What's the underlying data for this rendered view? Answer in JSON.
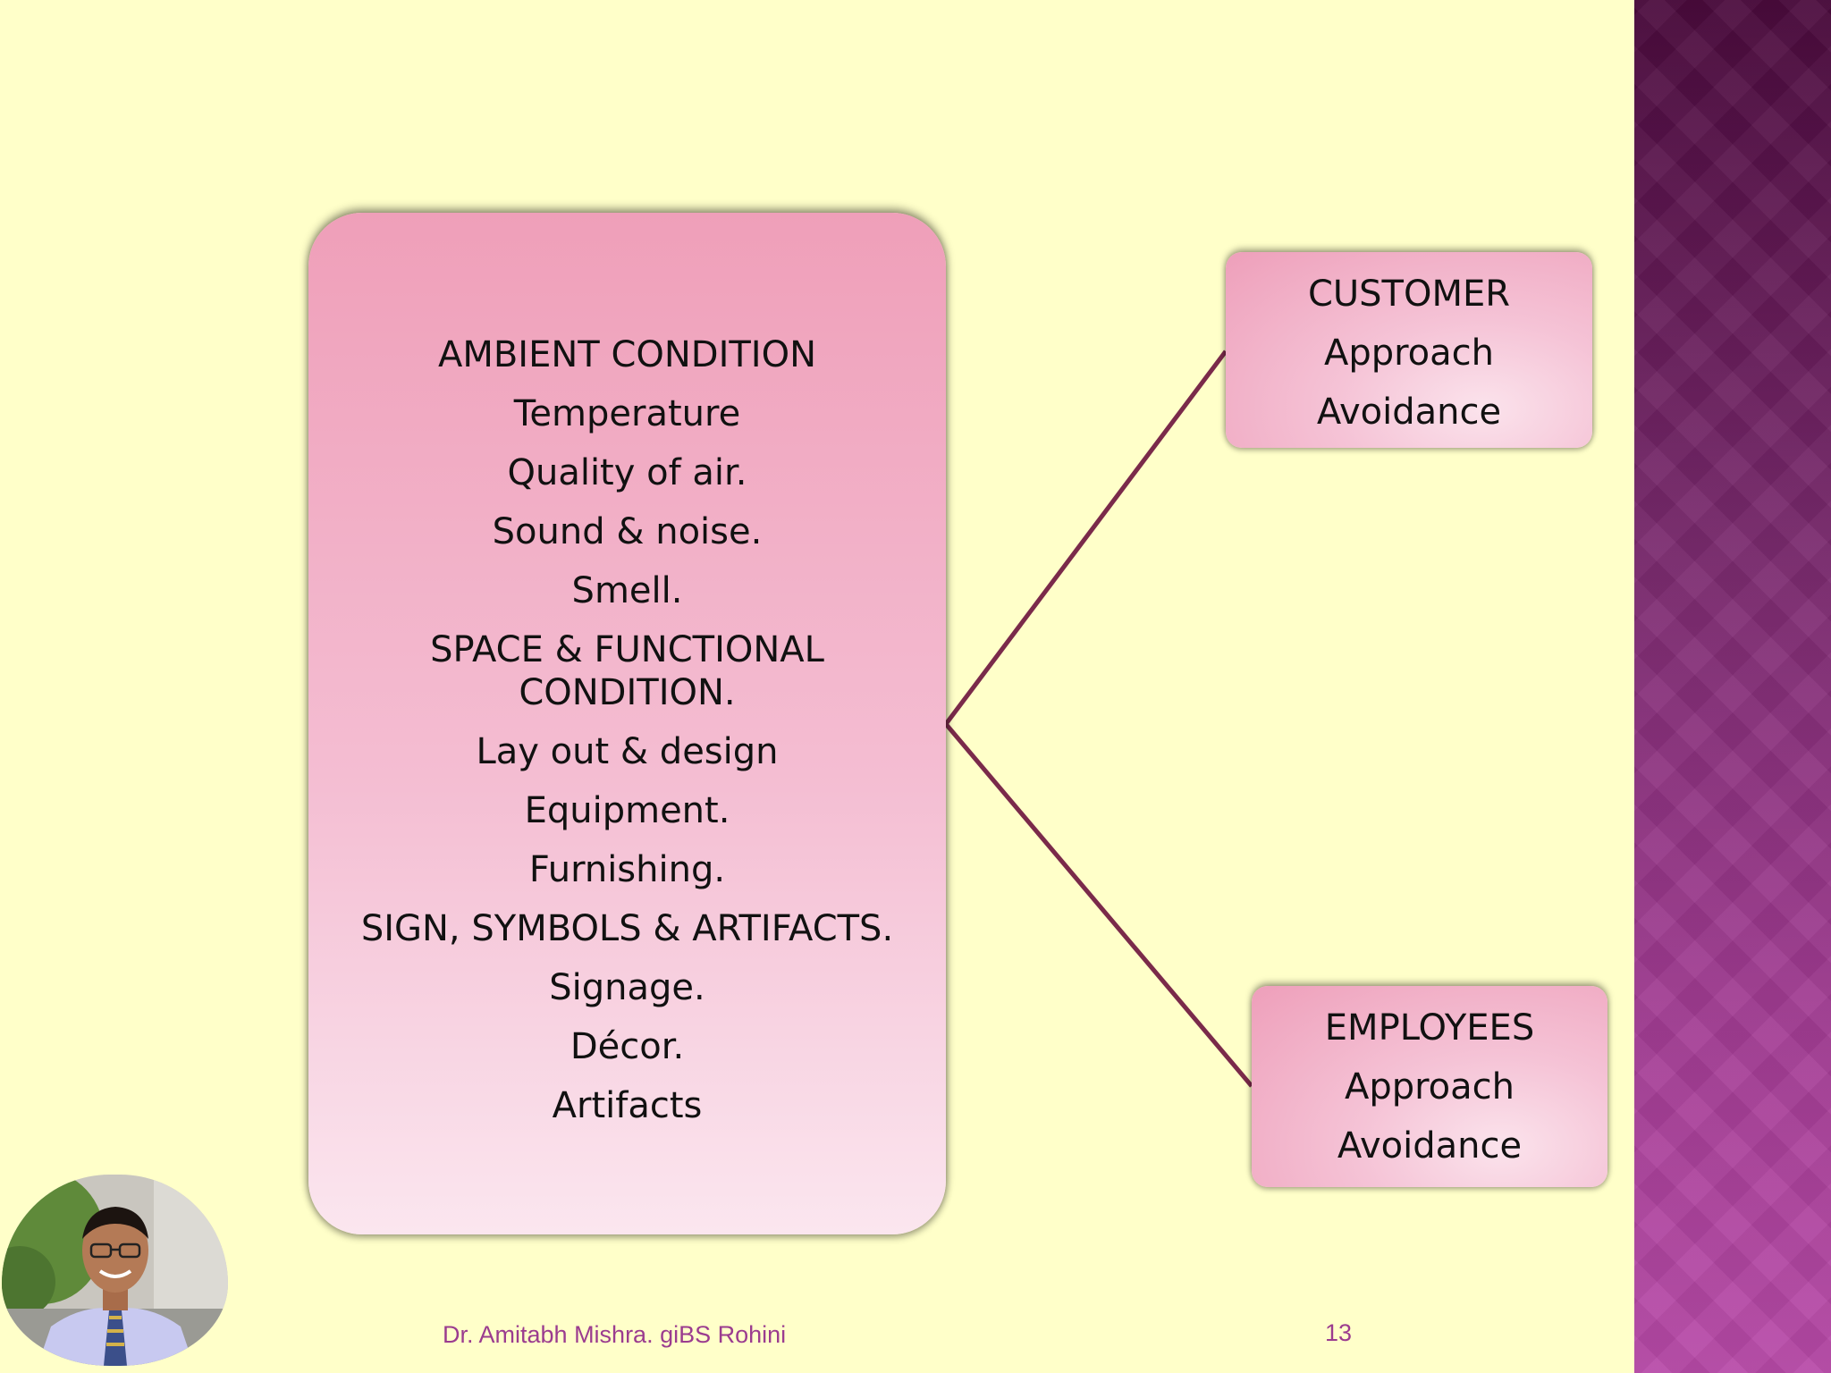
{
  "main_box": {
    "lines": [
      "AMBIENT CONDITION",
      "Temperature",
      "Quality of air.",
      "Sound & noise.",
      "Smell.",
      "SPACE & FUNCTIONAL CONDITION.",
      "Lay out & design",
      "Equipment.",
      "Furnishing.",
      "SIGN, SYMBOLS & ARTIFACTS.",
      "Signage.",
      "Décor.",
      "Artifacts"
    ]
  },
  "customer_box": {
    "title": "CUSTOMER",
    "line1": "Approach",
    "line2": "Avoidance"
  },
  "employees_box": {
    "title": "EMPLOYEES",
    "line1": "Approach",
    "line2": "Avoidance"
  },
  "footer": {
    "author": "Dr. Amitabh Mishra. giBS Rohini",
    "page_number": "13"
  },
  "colors": {
    "background": "#ffffc9",
    "box_pink": "#ef9fb9",
    "connector": "#7a2a4a",
    "footer_text": "#9b3c8f",
    "side_band": "#7a2a6e"
  }
}
